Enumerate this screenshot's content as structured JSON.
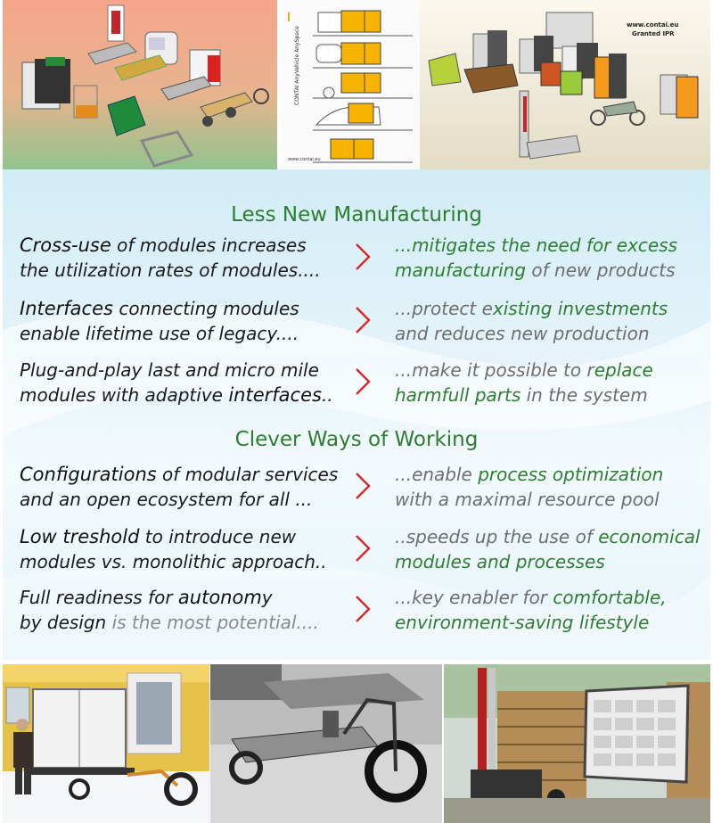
{
  "top_images": {
    "left_alt": "Modular vehicle components",
    "middle": {
      "vertical_label": "CONTAI AnyVehicle AnySpace",
      "url": "www.contai.eu"
    },
    "right": {
      "url": "www.contai.eu",
      "ipr": "Granted IPR"
    }
  },
  "sections": [
    {
      "heading": "Less New Manufacturing",
      "rows": [
        {
          "left": {
            "em": "Cross-use",
            "rest1": " of modules increases",
            "line2": "the utilization rates of modules...."
          },
          "right": {
            "green1": "...mitigates the need for excess",
            "green2": "manufacturing",
            "gray2": " of new products"
          }
        },
        {
          "left": {
            "em": "Interfaces",
            "rest1": " connecting modules",
            "line2": "enable lifetime use of legacy...."
          },
          "right": {
            "gray1": "...protect e",
            "green1": "xisting investments",
            "gray2": "and reduces new production"
          }
        },
        {
          "left": {
            "line1": "Plug-and-play last and micro mile",
            "pre2": "modules with adaptive ",
            "em": "interfaces",
            "post2": ".."
          },
          "right": {
            "gray1": "...make it possible to r",
            "green1": "eplace",
            "green2": "harmfull parts",
            "gray2": " in the system"
          }
        }
      ]
    },
    {
      "heading": "Clever Ways of Working",
      "rows": [
        {
          "left": {
            "em": "Configurations",
            "rest1": " of modular services",
            "line2": "and an open ecosystem for all ..."
          },
          "right": {
            "gray1": "...enable ",
            "green1": "process optimization",
            "gray2": "with a maximal resource pool"
          }
        },
        {
          "left": {
            "em": "Low treshold",
            "rest1": " to introduce new",
            "line2": "modules vs. monolithic approach.."
          },
          "right": {
            "gray1": "..speeds up the use of ",
            "green1": "economical",
            "green2": "modules and processes"
          }
        },
        {
          "left": {
            "pre1": "Full readiness for ",
            "em": "autonom",
            "post1": "y",
            "pre2": "by design ",
            "gray2": "is the most potential...."
          },
          "right": {
            "gray1": "...key enabler for ",
            "green1": "comfortable,",
            "green2": "environment-saving lifestyle"
          }
        }
      ]
    }
  ],
  "colors": {
    "accent_green": "#2e7d32",
    "arrow_red": "#d62828",
    "panel_blue": "#d6eef7"
  }
}
